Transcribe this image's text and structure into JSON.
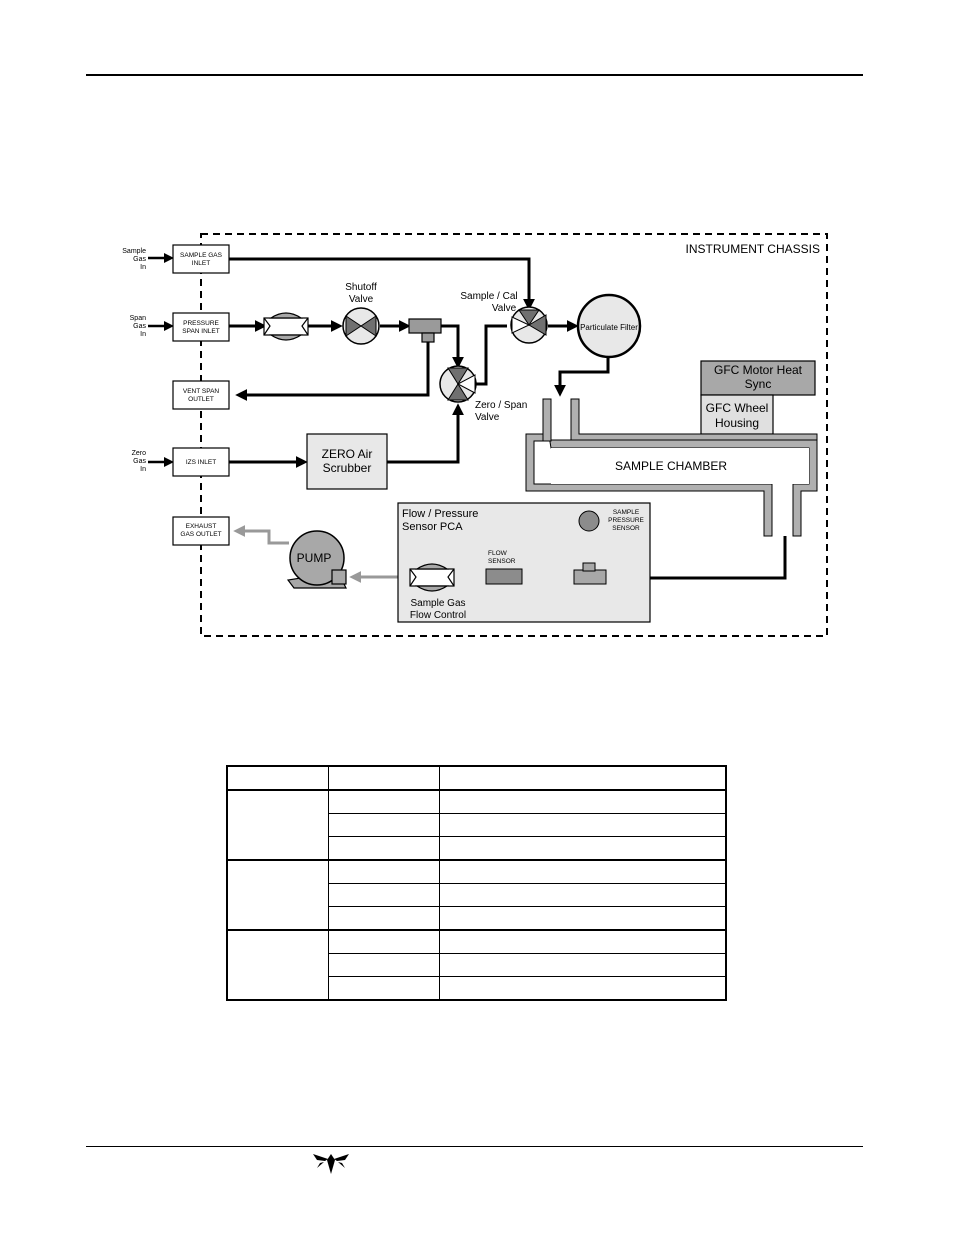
{
  "diagram": {
    "chassis_label": "INSTRUMENT CHASSIS",
    "inlets": {
      "sample_in": [
        "Sample",
        "Gas",
        "In"
      ],
      "span_in": [
        "Span",
        "Gas",
        "In"
      ],
      "zero_in": [
        "Zero",
        "Gas",
        "In"
      ],
      "sample_gas_inlet": [
        "SAMPLE GAS",
        "INLET"
      ],
      "pressure_span_inlet": [
        "PRESSURE",
        "SPAN INLET"
      ],
      "vent_span_outlet": [
        "VENT SPAN",
        "OUTLET"
      ],
      "izs_inlet": "IZS INLET",
      "exhaust_gas_outlet": [
        "EXHAUST",
        "GAS OUTLET"
      ]
    },
    "shutoff_valve": [
      "Shutoff",
      "Valve"
    ],
    "sample_cal_valve": [
      "Sample / Cal",
      "Valve"
    ],
    "zero_span_valve": [
      "Zero / Span",
      "Valve"
    ],
    "particulate_filter": "Particulate Filter",
    "zero_air_scrubber": [
      "ZERO Air",
      "Scrubber"
    ],
    "gfc_motor_heat_sync": [
      "GFC Motor Heat",
      "Sync"
    ],
    "gfc_wheel_housing": [
      "GFC Wheel",
      "Housing"
    ],
    "sample_chamber": "SAMPLE CHAMBER",
    "sensor_pca": [
      "Flow / Pressure",
      "Sensor PCA"
    ],
    "sample_pressure_sensor": [
      "SAMPLE",
      "PRESSURE",
      "SENSOR"
    ],
    "flow_sensor": [
      "FLOW",
      "SENSOR"
    ],
    "sample_gas_flow_control": [
      "Sample Gas",
      "Flow Control"
    ],
    "pump": "PUMP"
  },
  "colors": {
    "line": "#000000",
    "fill_light": "#e8e8e8",
    "fill_mid": "#a8a8a8",
    "fill_dark": "#8c8c8c",
    "exhaust_line": "#999999"
  }
}
